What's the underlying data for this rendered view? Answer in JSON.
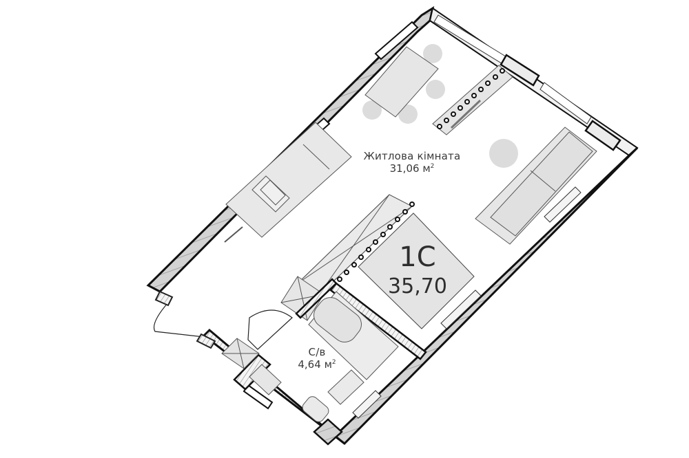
{
  "plan": {
    "unit": {
      "type": "1С",
      "total_area": "35,70"
    },
    "rooms": [
      {
        "name": "Житлова кімната",
        "area": "31,06",
        "unit": "м",
        "unit_sup": "2"
      },
      {
        "name": "С/в",
        "area": "4,64",
        "unit": "м",
        "unit_sup": "2"
      }
    ],
    "colors": {
      "wall": "#111111",
      "wall_fill": "#d2d2d2",
      "furniture": "#e6e6e6",
      "furniture_stroke": "#555555",
      "chairs": "#dcdcdc",
      "text": "#3a3a3a"
    }
  }
}
